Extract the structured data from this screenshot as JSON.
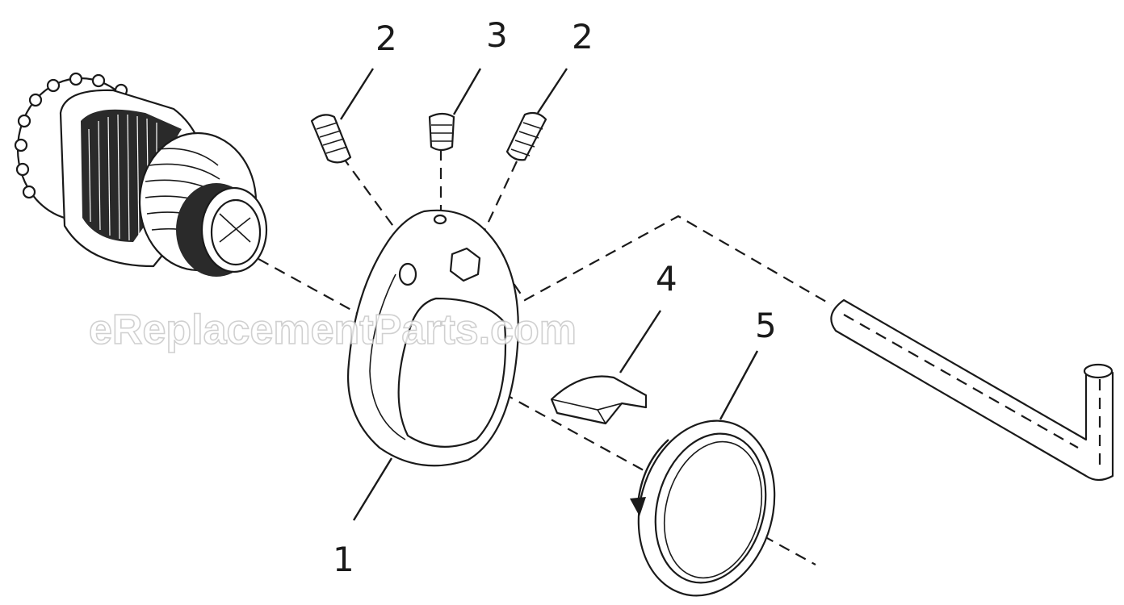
{
  "callouts": {
    "screw_left": "2",
    "screw_middle": "3",
    "screw_right": "2",
    "body": "1",
    "insert": "4",
    "ring": "5"
  },
  "watermark": "eReplacementParts.com",
  "colors": {
    "line": "#1a1a1a",
    "background": "#ffffff",
    "watermark_outline": "#c8c8c8"
  },
  "icons": {
    "rotation_arrow": "curved-arrow-icon"
  }
}
